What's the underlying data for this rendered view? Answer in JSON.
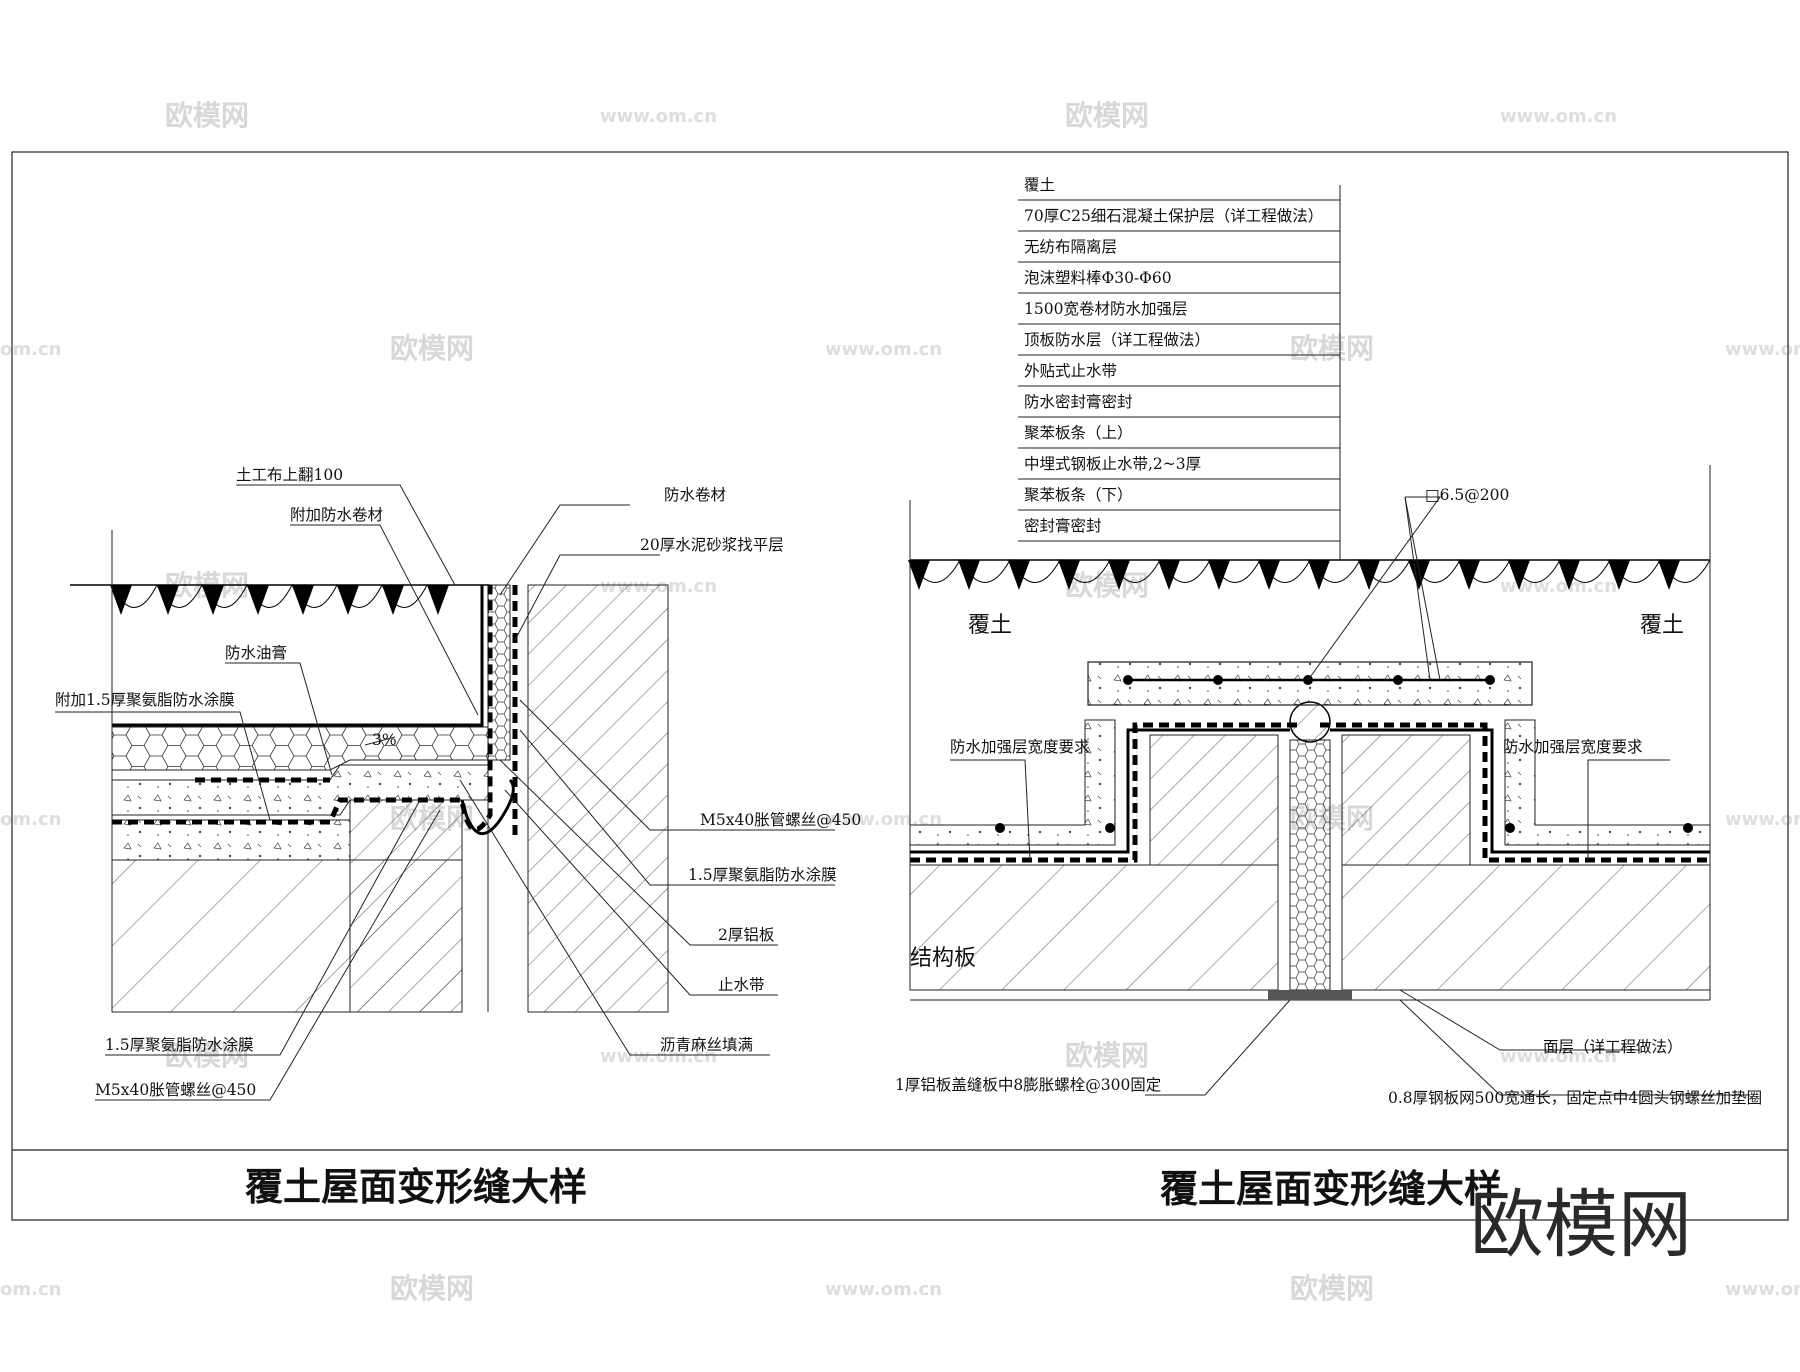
{
  "watermarks": {
    "brand": "欧模网",
    "url": "www.om.cn",
    "url_short": "om.cn"
  },
  "logo": "欧模网",
  "left": {
    "title": "覆土屋面变形缝大样",
    "labels": {
      "geotextile": "土工布上翻100",
      "add_membrane": "附加防水卷材",
      "membrane": "防水卷材",
      "screed": "20厚水泥砂浆找平层",
      "sealant": "防水油膏",
      "add_coating": "附加1.5厚聚氨脂防水涂膜",
      "slope": "3%",
      "screw_right": "M5x40胀管螺丝@450",
      "coating_right": "1.5厚聚氨脂防水涂膜",
      "alu": "2厚铝板",
      "waterstop": "止水带",
      "asphalt": "沥青麻丝填满",
      "coating_bottom": "1.5厚聚氨脂防水涂膜",
      "screw_bottom": "M5x40胀管螺丝@450"
    }
  },
  "right": {
    "title": "覆土屋面变形缝大样",
    "layers": [
      "覆土",
      "70厚C25细石混凝土保护层（详工程做法）",
      "无纺布隔离层",
      "泡沫塑料棒Φ30-Φ60",
      "1500宽卷材防水加强层",
      "顶板防水层（详工程做法）",
      "外贴式止水带",
      "防水密封膏密封",
      "聚苯板条（上）",
      "中埋式钢板止水带,2~3厚",
      "聚苯板条（下）",
      "密封膏密封"
    ],
    "rebar": "□6.5@200",
    "soil_left": "覆土",
    "soil_right": "覆土",
    "reinf_left": "防水加强层宽度要求",
    "reinf_right": "防水加强层宽度要求",
    "slab": "结构板",
    "finish": "面层（详工程做法）",
    "cover_plate": "1厚铝板盖缝板中8膨胀螺栓@300固定",
    "steel_mesh": "0.8厚钢板网500宽通长，固定点中4圆头钢螺丝加垫圈"
  }
}
